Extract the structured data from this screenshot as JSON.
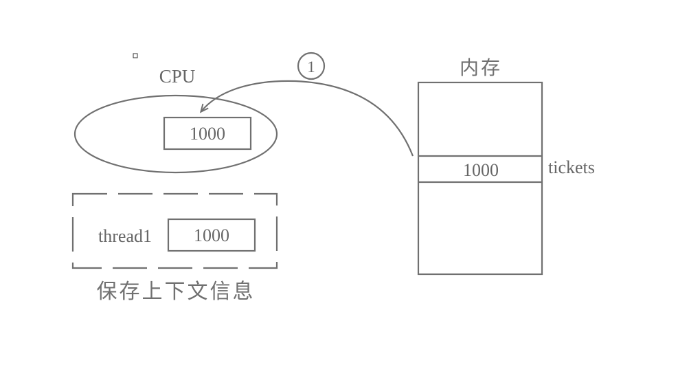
{
  "cpu": {
    "label": "CPU",
    "register_value": "1000"
  },
  "context": {
    "thread_label": "thread1",
    "saved_value": "1000",
    "caption": "保存上下文信息"
  },
  "memory": {
    "label": "内存",
    "cell_value": "1000",
    "cell_label": "tickets"
  },
  "step": {
    "number": "1"
  },
  "colors": {
    "stroke": "#707070",
    "text": "#666666"
  }
}
